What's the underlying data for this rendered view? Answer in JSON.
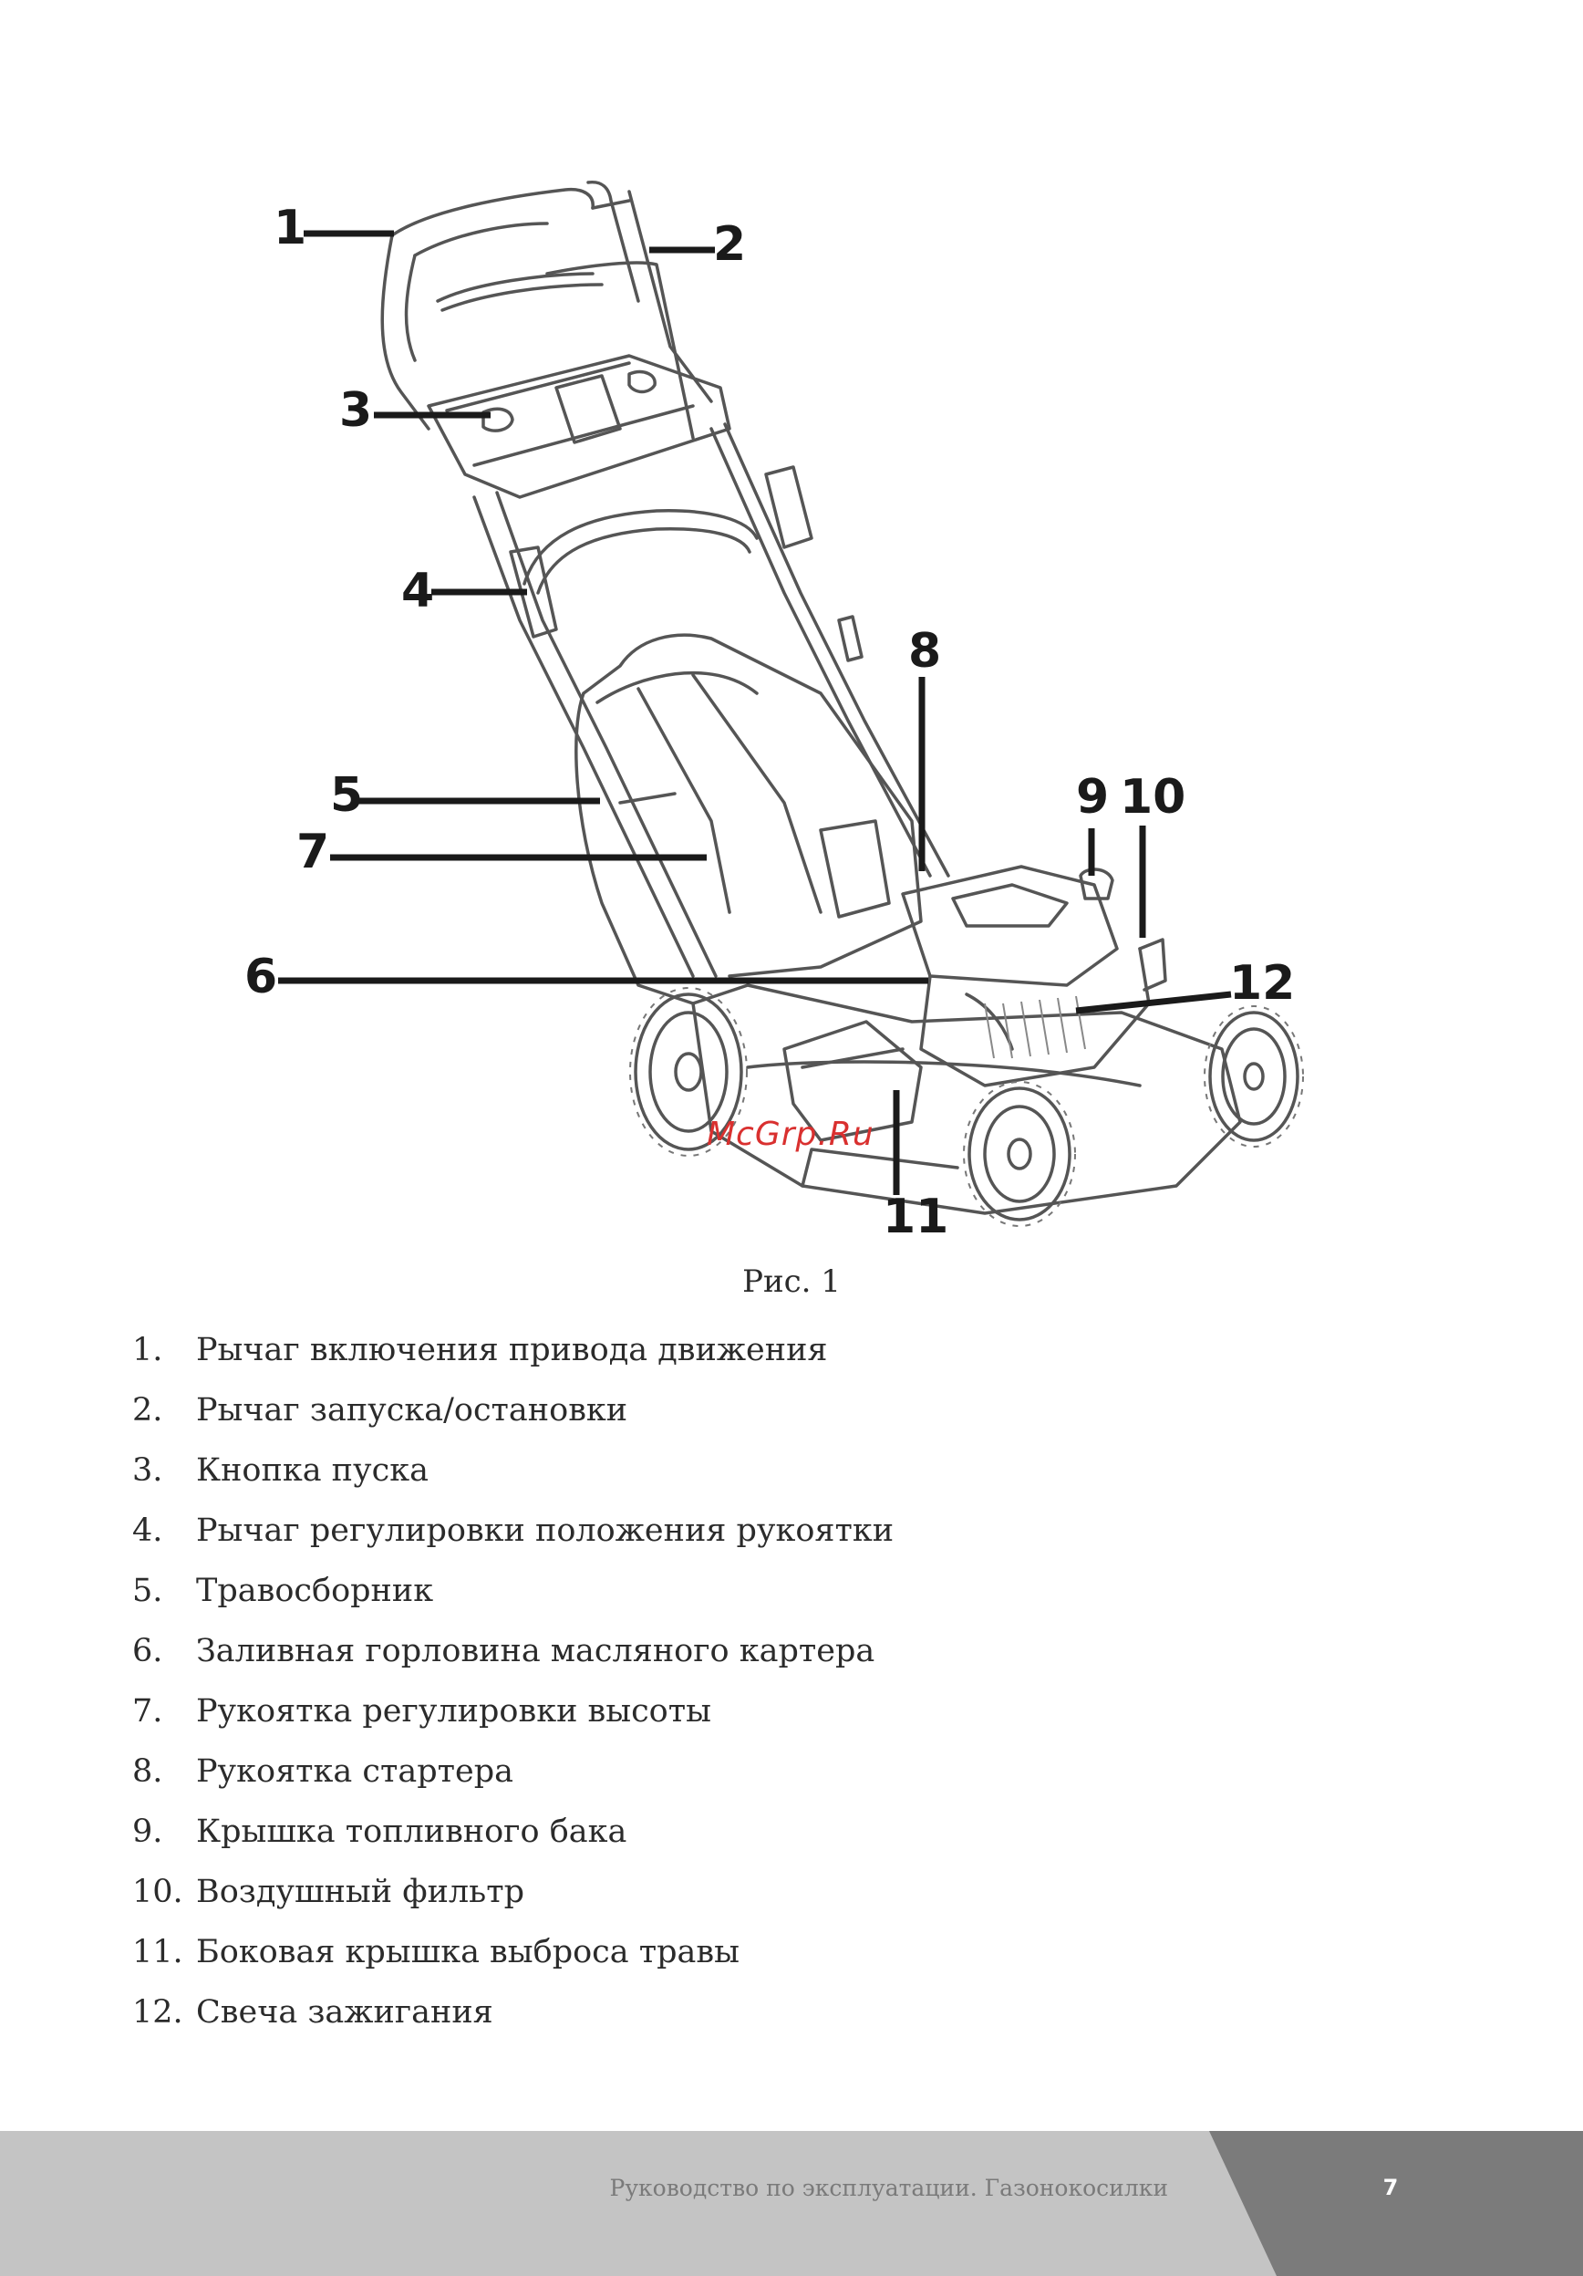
{
  "figure": {
    "callouts": [
      "1",
      "2",
      "3",
      "4",
      "5",
      "6",
      "7",
      "8",
      "9",
      "10",
      "11",
      "12"
    ],
    "watermark": "McGrp.Ru",
    "caption": "Рис. 1"
  },
  "parts": [
    {
      "num": "1.",
      "label": "Рычаг включения привода движения"
    },
    {
      "num": "2.",
      "label": "Рычаг запуска/остановки"
    },
    {
      "num": "3.",
      "label": "Кнопка пуска"
    },
    {
      "num": "4.",
      "label": "Рычаг регулировки положения рукоятки"
    },
    {
      "num": "5.",
      "label": "Травосборник"
    },
    {
      "num": "6.",
      "label": "Заливная горловина масляного картера"
    },
    {
      "num": "7.",
      "label": "Рукоятка регулировки высоты"
    },
    {
      "num": "8.",
      "label": "Рукоятка стартера"
    },
    {
      "num": "9.",
      "label": "Крышка топливного бака"
    },
    {
      "num": "10.",
      "label": "Воздушный фильтр"
    },
    {
      "num": "11.",
      "label": "Боковая крышка выброса травы"
    },
    {
      "num": "12.",
      "label": "Свеча зажигания"
    }
  ],
  "footer": {
    "title": "Руководство по эксплуатации. Газонокосилки",
    "page_number": "7"
  },
  "colors": {
    "footer_light": "#c4c4c4",
    "footer_dark": "#7b7b7b",
    "watermark": "#d9302f"
  }
}
